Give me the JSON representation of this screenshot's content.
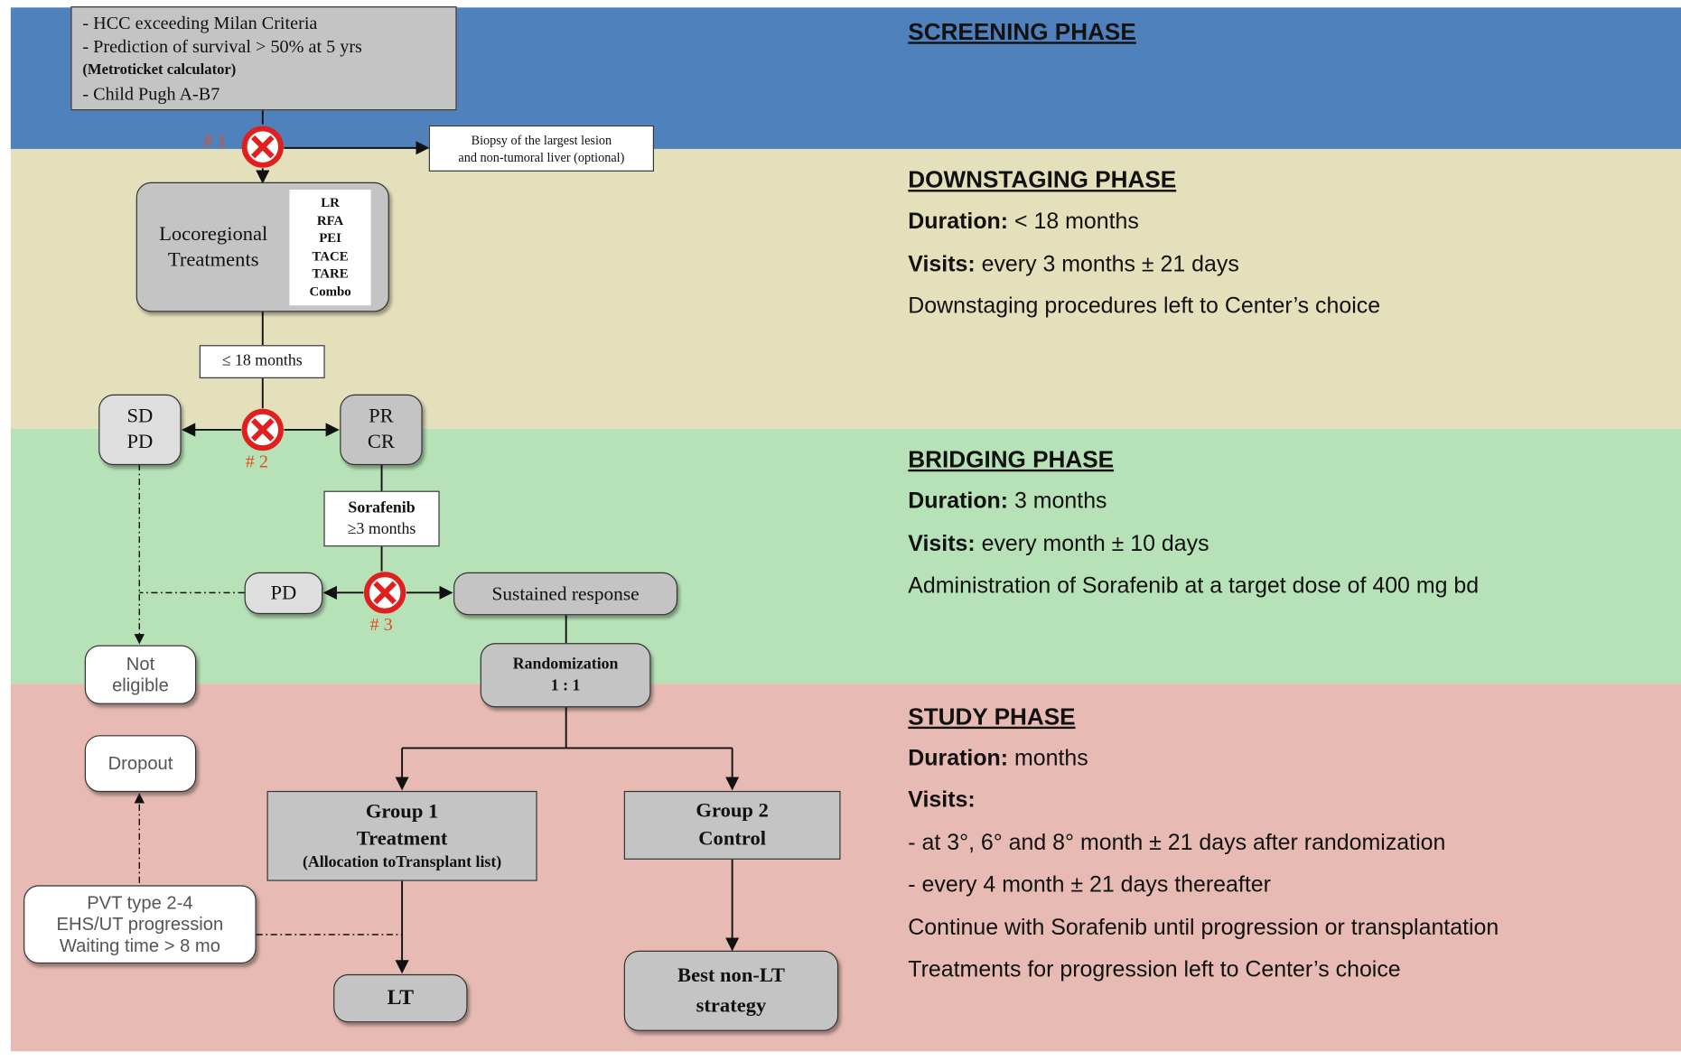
{
  "phases": {
    "screening": {
      "title": "SCREENING PHASE"
    },
    "downstaging": {
      "title": "DOWNSTAGING PHASE",
      "duration_label": "Duration:",
      "duration_value": " < 18 months",
      "visits_label": "Visits:",
      "visits_value": " every 3 months ± 21 days",
      "note": "Downstaging procedures left to Center’s choice"
    },
    "bridging": {
      "title": "BRIDGING PHASE",
      "duration_label": "Duration:",
      "duration_value": " 3 months",
      "visits_label": "Visits:",
      "visits_value": " every month ± 10 days",
      "note": "Administration of Sorafenib at a target dose of 400 mg bd"
    },
    "study": {
      "title": "STUDY PHASE",
      "duration_label": "Duration:",
      "duration_value": " months",
      "visits_label": "Visits:",
      "lines": [
        "- at 3°, 6° and 8° month ± 21 days after randomization",
        "- every 4 month ± 21 days thereafter",
        "Continue with Sorafenib until progression or transplantation",
        "Treatments for progression left to Center’s choice"
      ]
    }
  },
  "flow": {
    "criteria": {
      "line1": "- HCC exceeding Milan Criteria",
      "line2": "- Prediction of survival > 50% at 5 yrs",
      "line3": "(Metroticket calculator)",
      "line4": "- Child Pugh A-B7"
    },
    "biopsy": {
      "line1": "Biopsy of the largest lesion",
      "line2": "and non-tumoral liver (optional)"
    },
    "locoregional": {
      "label_line1": "Locoregional",
      "label_line2": "Treatments",
      "options": [
        "LR",
        "RFA",
        "PEI",
        "TACE",
        "TARE",
        "Combo"
      ]
    },
    "months18": "≤ 18 months",
    "sdpd": {
      "line1": "SD",
      "line2": "PD"
    },
    "prcr": {
      "line1": "PR",
      "line2": "CR"
    },
    "sorafenib": {
      "line1": "Sorafenib",
      "line2": "≥3 months"
    },
    "pd": "PD",
    "sustained": "Sustained response",
    "not_eligible": {
      "line1": "Not",
      "line2": "eligible"
    },
    "randomization": {
      "line1": "Randomization",
      "line2": "1 : 1"
    },
    "dropout": "Dropout",
    "group1": {
      "line1": "Group 1",
      "line2": "Treatment",
      "line3": "(Allocation toTransplant list)"
    },
    "group2": {
      "line1": "Group 2",
      "line2": "Control"
    },
    "pvt": {
      "line1": "PVT type 2-4",
      "line2": "EHS/UT progression",
      "line3": "Waiting time > 8 mo"
    },
    "lt": "LT",
    "best": {
      "line1": "Best non-LT",
      "line2": "strategy"
    },
    "checkpoints": [
      "# 1",
      "# 2",
      "# 3"
    ]
  },
  "colors": {
    "screening": "#4f81bd",
    "downstaging": "#e4e0bc",
    "bridging": "#b7e2b8",
    "study": "#e7bbb3",
    "checkpoint": "#e0201e"
  }
}
